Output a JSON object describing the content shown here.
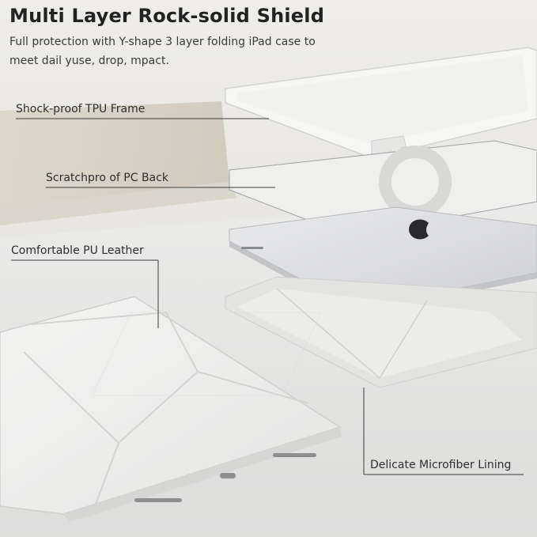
{
  "header": {
    "title": "Multi Layer Rock-solid Shield",
    "subtitle_line1": "Full protection with Y-shape 3 layer folding iPad case to",
    "subtitle_line2": "meet dail yuse, drop, mpact."
  },
  "callouts": {
    "tpu_frame": "Shock-proof TPU Frame",
    "pc_back": "Scratchpro of PC Back",
    "pu_leather": "Comfortable PU Leather",
    "microfiber": "Delicate Microfiber Lining"
  },
  "colors": {
    "background": "#e9e7e2",
    "case_white": "#f2f2f1",
    "ipad_silver": "#dcdde0",
    "text": "#2b2b2b"
  }
}
